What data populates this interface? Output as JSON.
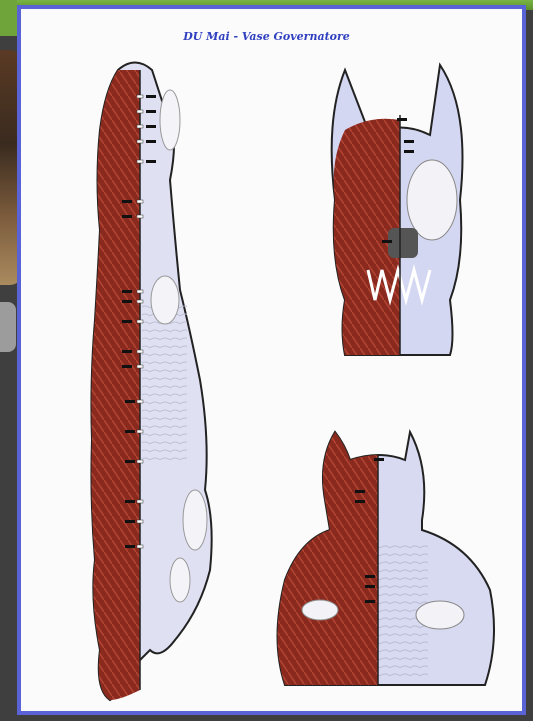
{
  "poster": {
    "title": "DU Mai - Vase Governatore"
  },
  "colors": {
    "frame": "#5a63d6",
    "title": "#2f3fc0",
    "muscle": "#8b2a1e",
    "skeleton_bg": "#d7daf2",
    "header_green": "#6fa43a"
  },
  "figures": [
    {
      "name": "dorsal-body-view"
    },
    {
      "name": "frontal-head-view"
    },
    {
      "name": "rear-head-view"
    }
  ]
}
